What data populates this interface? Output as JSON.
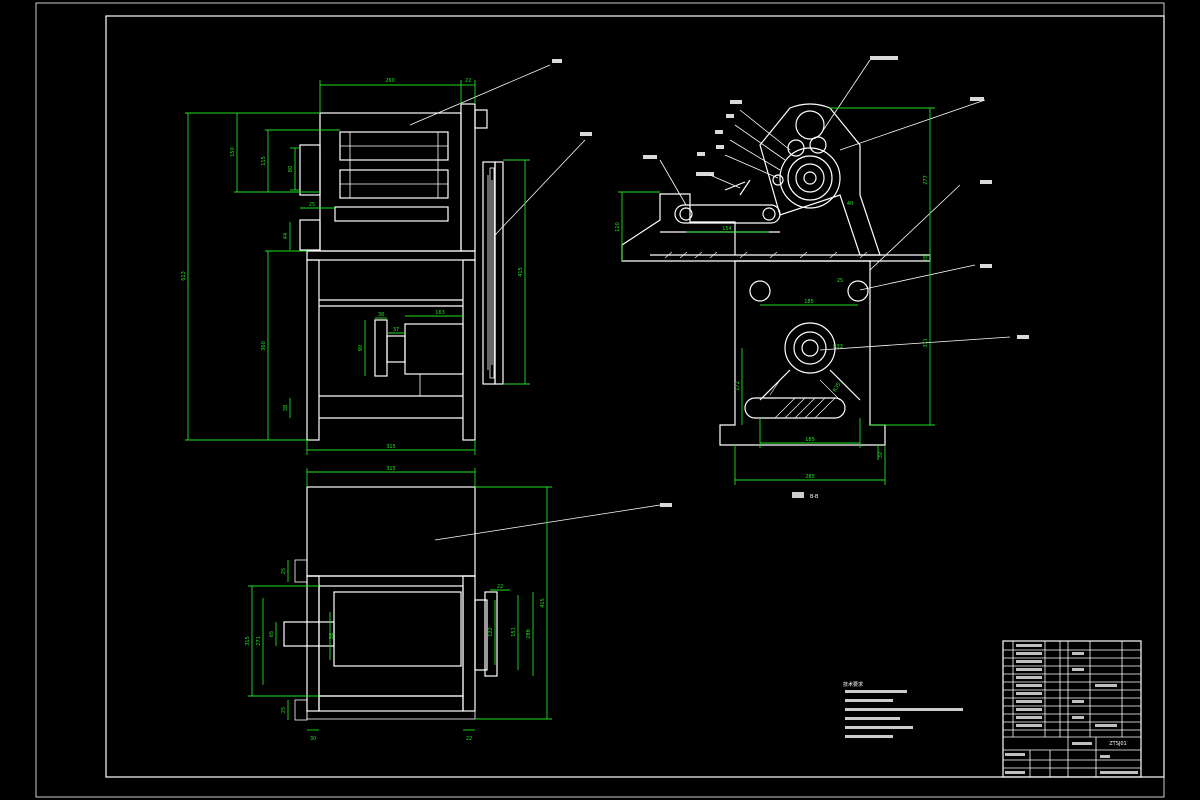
{
  "colors": {
    "background": "#000000",
    "outline": "#ffffff",
    "dimension": "#20e020"
  },
  "front_view": {
    "dim_top_width": "260",
    "dim_top_right": "22",
    "dim_overall_height": "613",
    "dim_upper_height": "150",
    "dim_box_height": "115",
    "dim_roller_gap": "80",
    "dim_shaft_offset": "25",
    "dim_base_offset": "44",
    "dim_frame_height": "360",
    "dim_belt_height": "415",
    "dim_motor_len": "163",
    "dim_motor_flange": "38",
    "dim_motor_shaft": "37",
    "dim_motor_dia": "90",
    "dim_foot": "38",
    "dim_bottom_width": "315"
  },
  "top_view": {
    "dim_width": "315",
    "dim_height": "415",
    "dim_left_outer": "315",
    "dim_left_inner": "271",
    "dim_shaft": "65",
    "dim_inner": "38",
    "dim_right_a": "22",
    "dim_right_b": "122",
    "dim_right_c": "151",
    "dim_right_d": "288",
    "dim_top_a": "25",
    "dim_bot_a": "25",
    "dim_foot_l": "30",
    "dim_foot_r": "22"
  },
  "side_view": {
    "section_label": "B-B",
    "dim_table_height": "120",
    "dim_belt_span": "154",
    "dim_upper": "277",
    "dim_right_top": "28",
    "dim_hole_span": "185",
    "dim_lower_height": "371",
    "dim_left_lower": "172",
    "dim_base_span": "185",
    "dim_base_width": "285",
    "dim_foot": "32",
    "dim_hole_dia": "25",
    "dim_wheel_dia": "R33",
    "dim_arm": "R35",
    "dim_top_gear": "40"
  },
  "tech_requirements": {
    "title": "技术要求"
  },
  "title_block": {
    "drawing_number": "ZTSJ01"
  }
}
